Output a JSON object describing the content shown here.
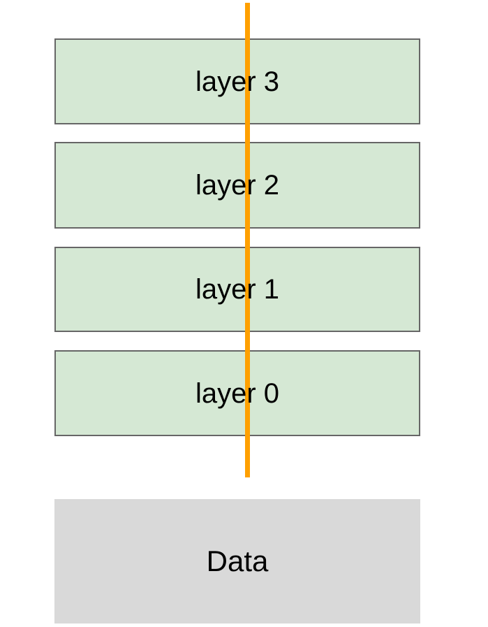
{
  "diagram": {
    "layers": [
      {
        "label": "layer 3"
      },
      {
        "label": "layer 2"
      },
      {
        "label": "layer 1"
      },
      {
        "label": "layer 0"
      }
    ],
    "data_box": {
      "label": "Data"
    },
    "colors": {
      "layer_fill": "#d5e8d4",
      "layer_border": "#666666",
      "data_fill": "#d9d9d9",
      "line": "#ffa000",
      "text": "#000000"
    }
  }
}
